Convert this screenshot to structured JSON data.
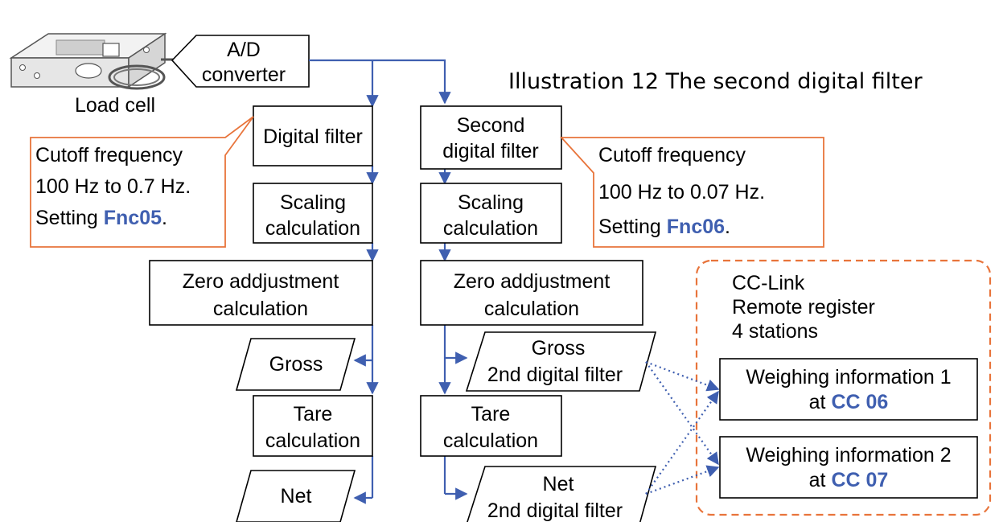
{
  "title": "Illustration 12   The second digital filter",
  "load_cell": {
    "label": "Load cell"
  },
  "ad": {
    "line1": "A/D",
    "line2": "converter"
  },
  "left": {
    "filter": "Digital filter",
    "scaling": [
      "Scaling",
      "calculation"
    ],
    "zero": [
      "Zero addjustment",
      "calculation"
    ],
    "gross": "Gross",
    "tare": [
      "Tare",
      "calculation"
    ],
    "net": "Net"
  },
  "right": {
    "filter": [
      "Second",
      "digital filter"
    ],
    "scaling": [
      "Scaling",
      "calculation"
    ],
    "zero": [
      "Zero addjustment",
      "calculation"
    ],
    "gross": [
      "Gross",
      "2nd digital filter"
    ],
    "tare": [
      "Tare",
      "calculation"
    ],
    "net": [
      "Net",
      "2nd digital filter"
    ]
  },
  "callout_left": {
    "line1": "Cutoff frequency",
    "line2": "100 Hz to 0.7 Hz.",
    "line3_pre": "Setting ",
    "line3_code": "Fnc05",
    "line3_post": "."
  },
  "callout_right": {
    "line1": "Cutoff frequency",
    "line2": "100 Hz to 0.07 Hz.",
    "line3_pre": "Setting ",
    "line3_code": "Fnc06",
    "line3_post": "."
  },
  "cclink": {
    "title": [
      "CC-Link",
      "Remote register",
      "4 stations"
    ],
    "info1": {
      "line1": "Weighing information 1",
      "pre": "at ",
      "code": "CC 06"
    },
    "info2": {
      "line1": "Weighing information 2",
      "pre": "at ",
      "code": "CC 07"
    }
  },
  "colors": {
    "flow": "#3f5fb0",
    "callout": "#e8743b",
    "highlight": "#3f5fb0"
  }
}
